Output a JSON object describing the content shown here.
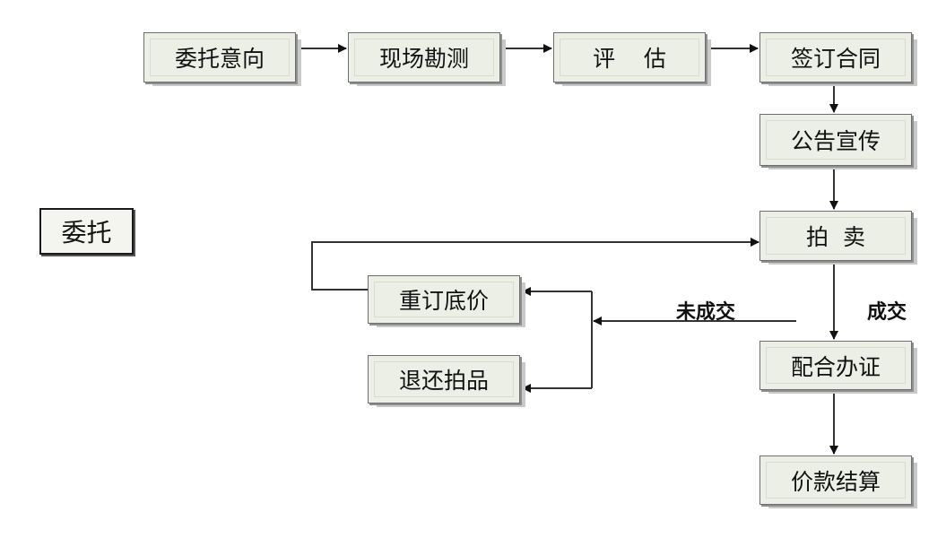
{
  "legend": {
    "label": "委托"
  },
  "nodes": {
    "n1": "委托意向",
    "n2": "现场勘测",
    "n3": "评    估",
    "n4": "签订合同",
    "n5": "公告宣传",
    "n6": "拍  卖",
    "n7": "配合办证",
    "n8": "价款结算",
    "n9": "重订底价",
    "n10": "退还拍品"
  },
  "edge_labels": {
    "deal": "成交",
    "no_deal": "未成交"
  }
}
